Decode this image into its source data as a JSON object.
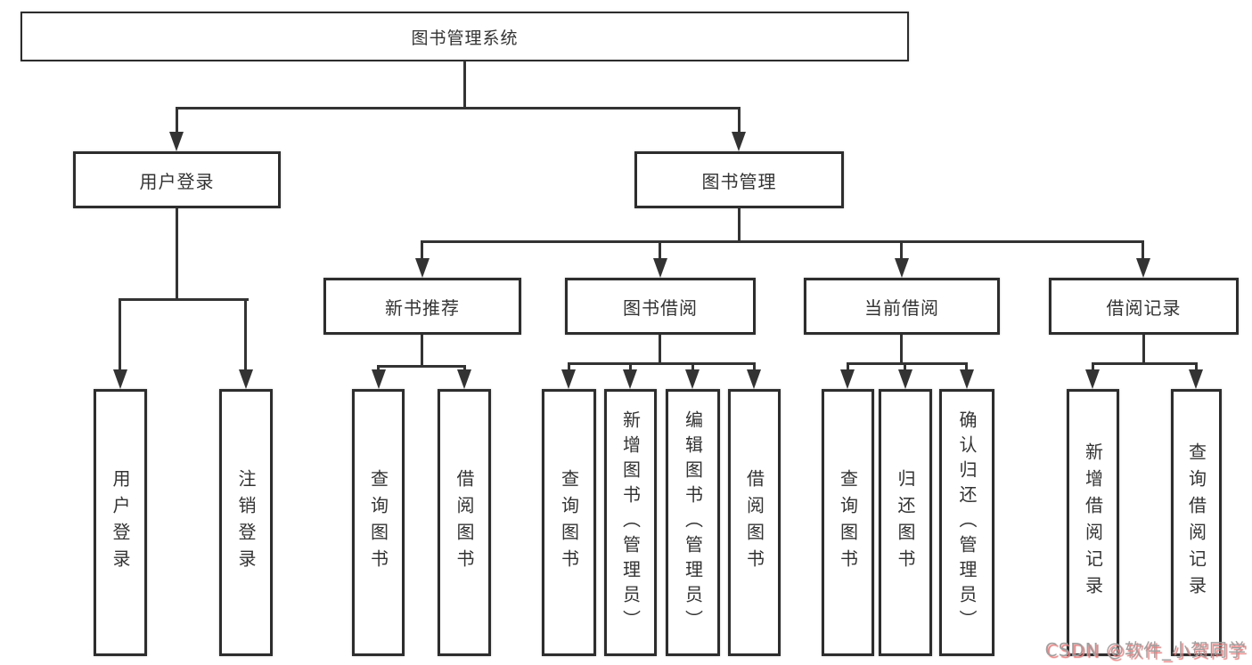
{
  "tree": {
    "label": "图书管理系统",
    "children": [
      {
        "label": "用户登录",
        "children": [
          {
            "label": "用户登录"
          },
          {
            "label": "注销登录"
          }
        ]
      },
      {
        "label": "图书管理",
        "children": [
          {
            "label": "新书推荐",
            "children": [
              {
                "label": "查询图书"
              },
              {
                "label": "借阅图书"
              }
            ]
          },
          {
            "label": "图书借阅",
            "children": [
              {
                "label": "查询图书"
              },
              {
                "label": "新增图书（管理员）"
              },
              {
                "label": "编辑图书（管理员）"
              },
              {
                "label": "借阅图书"
              }
            ]
          },
          {
            "label": "当前借阅",
            "children": [
              {
                "label": "查询图书"
              },
              {
                "label": "归还图书"
              },
              {
                "label": "确认归还（管理员）"
              }
            ]
          },
          {
            "label": "借阅记录",
            "children": [
              {
                "label": "新增借阅记录"
              },
              {
                "label": "查询借阅记录"
              }
            ]
          }
        ]
      }
    ]
  },
  "watermark": {
    "text": "CSDN @软件_小贺同学"
  },
  "colors": {
    "line": "#333333",
    "border": "#2d2d2d",
    "text": "#333333",
    "bg": "#ffffff",
    "watermark": "#9f9f9f",
    "watermark_shadow": "#e87c7c"
  }
}
